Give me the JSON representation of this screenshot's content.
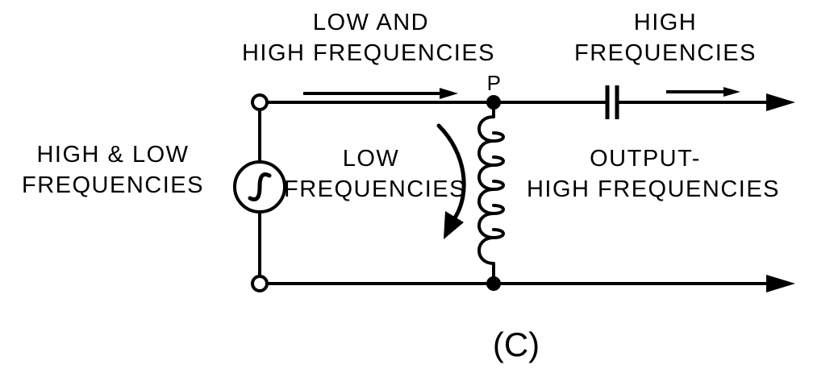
{
  "labels": {
    "top_left_line1": "LOW AND",
    "top_left_line2": "HIGH FREQUENCIES",
    "node_p": "P",
    "top_right_line1": "HIGH",
    "top_right_line2": "FREQUENCIES",
    "left_line1": "HIGH & LOW",
    "left_line2": "FREQUENCIES",
    "mid_line1": "LOW",
    "mid_line2": "FREQUENCIES",
    "right_line1": "OUTPUT-",
    "right_line2": "HIGH FREQUENCIES",
    "caption": "(C)"
  },
  "components": {
    "source": "ac-source-icon",
    "inductor": "inductor-coil",
    "capacitor": "series-capacitor"
  }
}
